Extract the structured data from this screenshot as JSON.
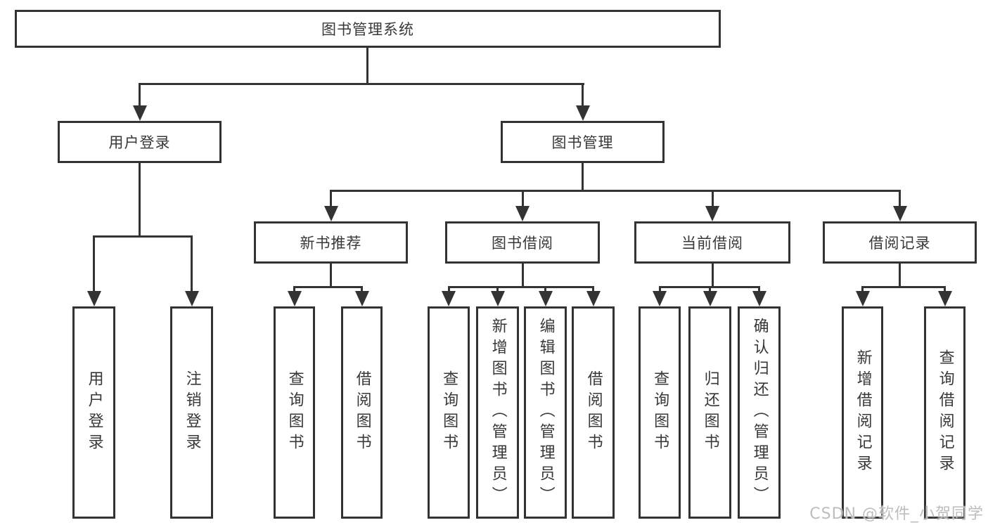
{
  "tree": {
    "root": {
      "label": "图书管理系统",
      "children": [
        {
          "label": "用户登录",
          "children": [
            {
              "label": "用户登录"
            },
            {
              "label": "注销登录"
            }
          ]
        },
        {
          "label": "图书管理",
          "children": [
            {
              "label": "新书推荐",
              "children": [
                {
                  "label": "查询图书"
                },
                {
                  "label": "借阅图书"
                }
              ]
            },
            {
              "label": "图书借阅",
              "children": [
                {
                  "label": "查询图书"
                },
                {
                  "label": "新增图书（管理员）"
                },
                {
                  "label": "编辑图书（管理员）"
                },
                {
                  "label": "借阅图书"
                }
              ]
            },
            {
              "label": "当前借阅",
              "children": [
                {
                  "label": "查询图书"
                },
                {
                  "label": "归还图书"
                },
                {
                  "label": "确认归还（管理员）"
                }
              ]
            },
            {
              "label": "借阅记录",
              "children": [
                {
                  "label": "新增借阅记录"
                },
                {
                  "label": "查询借阅记录"
                }
              ]
            }
          ]
        }
      ]
    }
  },
  "watermark": {
    "text": "CSDN @软件_小贺同学"
  },
  "colors": {
    "line": "#333333",
    "text": "#383838",
    "background": "#ffffff",
    "watermark": "#bdbdbd"
  }
}
